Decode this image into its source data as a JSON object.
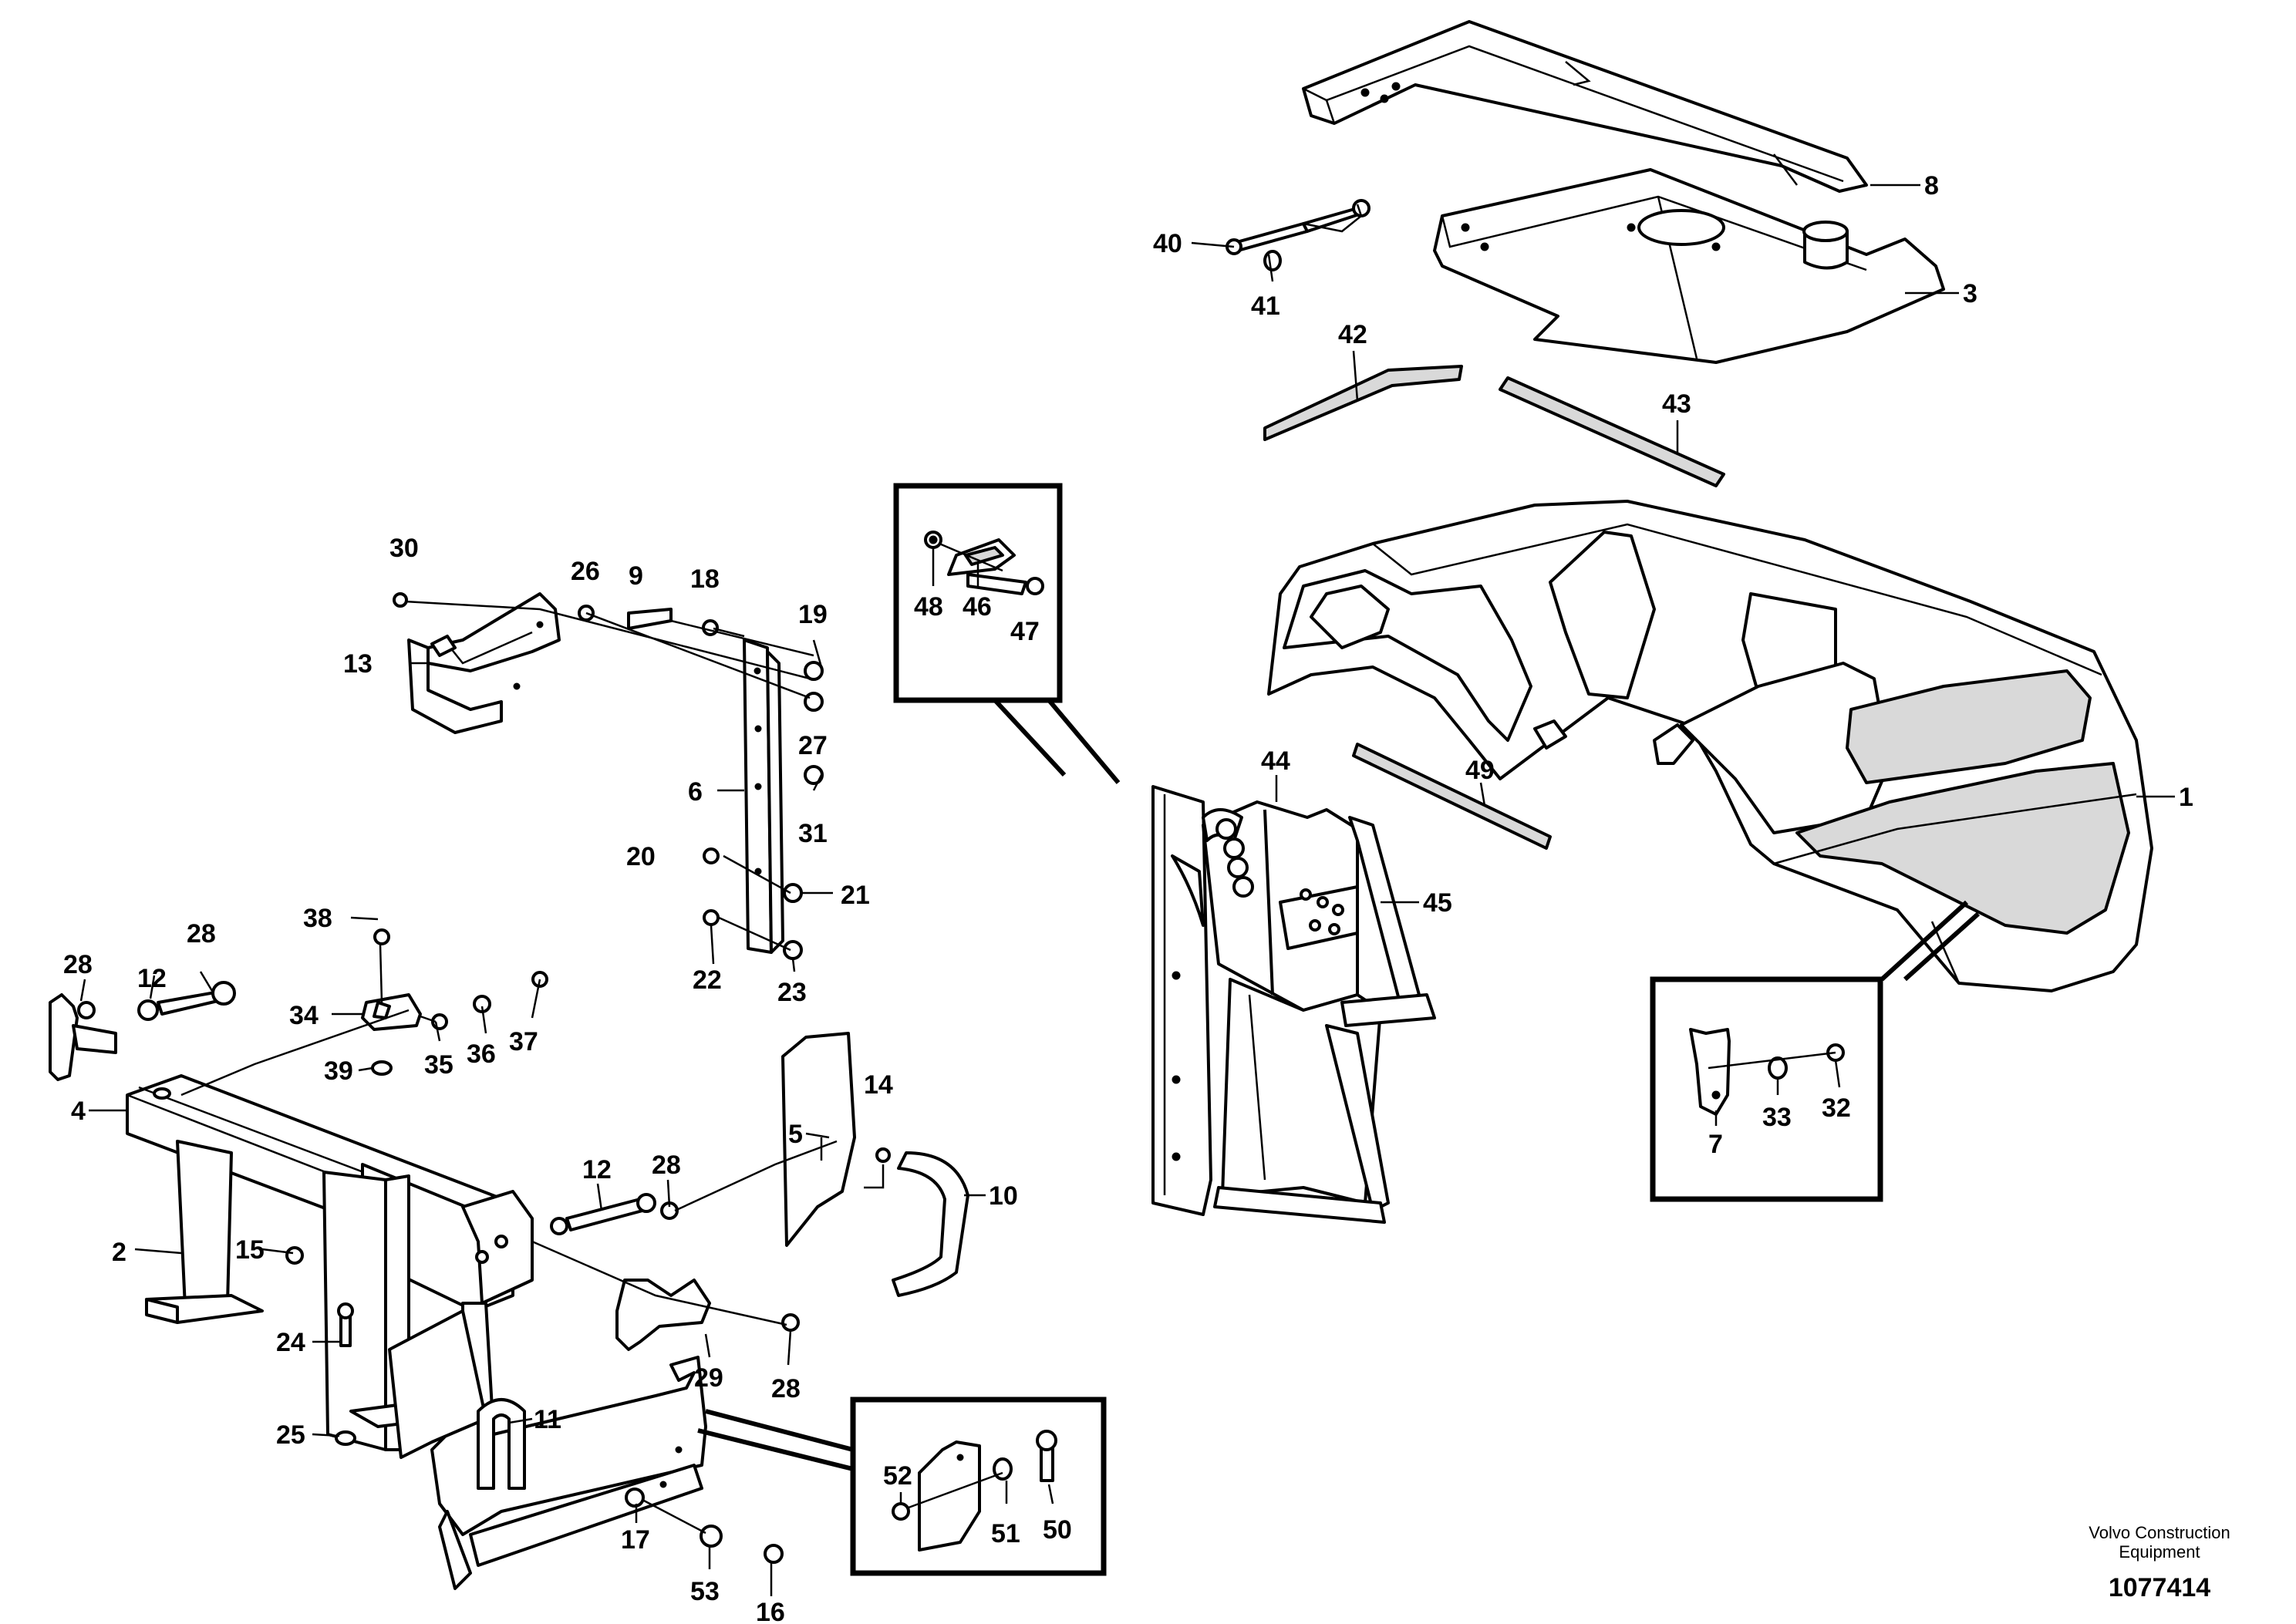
{
  "labels": {
    "p1": "1",
    "p2": "2",
    "p3": "3",
    "p4": "4",
    "p5": "5",
    "p6": "6",
    "p7": "7",
    "p8": "8",
    "p9": "9",
    "p10": "10",
    "p11": "11",
    "p12a": "12",
    "p12b": "12",
    "p13": "13",
    "p14": "14",
    "p15": "15",
    "p16": "16",
    "p17": "17",
    "p18": "18",
    "p19": "19",
    "p20": "20",
    "p21": "21",
    "p22": "22",
    "p23": "23",
    "p24": "24",
    "p25": "25",
    "p26": "26",
    "p27": "27",
    "p28a": "28",
    "p28b": "28",
    "p28c": "28",
    "p28d": "28",
    "p29": "29",
    "p30": "30",
    "p31": "31",
    "p32": "32",
    "p33": "33",
    "p34": "34",
    "p35": "35",
    "p36": "36",
    "p37": "37",
    "p38": "38",
    "p39": "39",
    "p40": "40",
    "p41": "41",
    "p42": "42",
    "p43": "43",
    "p44": "44",
    "p45": "45",
    "p46": "46",
    "p47": "47",
    "p48": "48",
    "p49": "49",
    "p50": "50",
    "p51": "51",
    "p52": "52",
    "p53": "53"
  },
  "footer": {
    "brand_line1": "Volvo Construction",
    "brand_line2": "Equipment",
    "drawing_number": "1077414"
  }
}
